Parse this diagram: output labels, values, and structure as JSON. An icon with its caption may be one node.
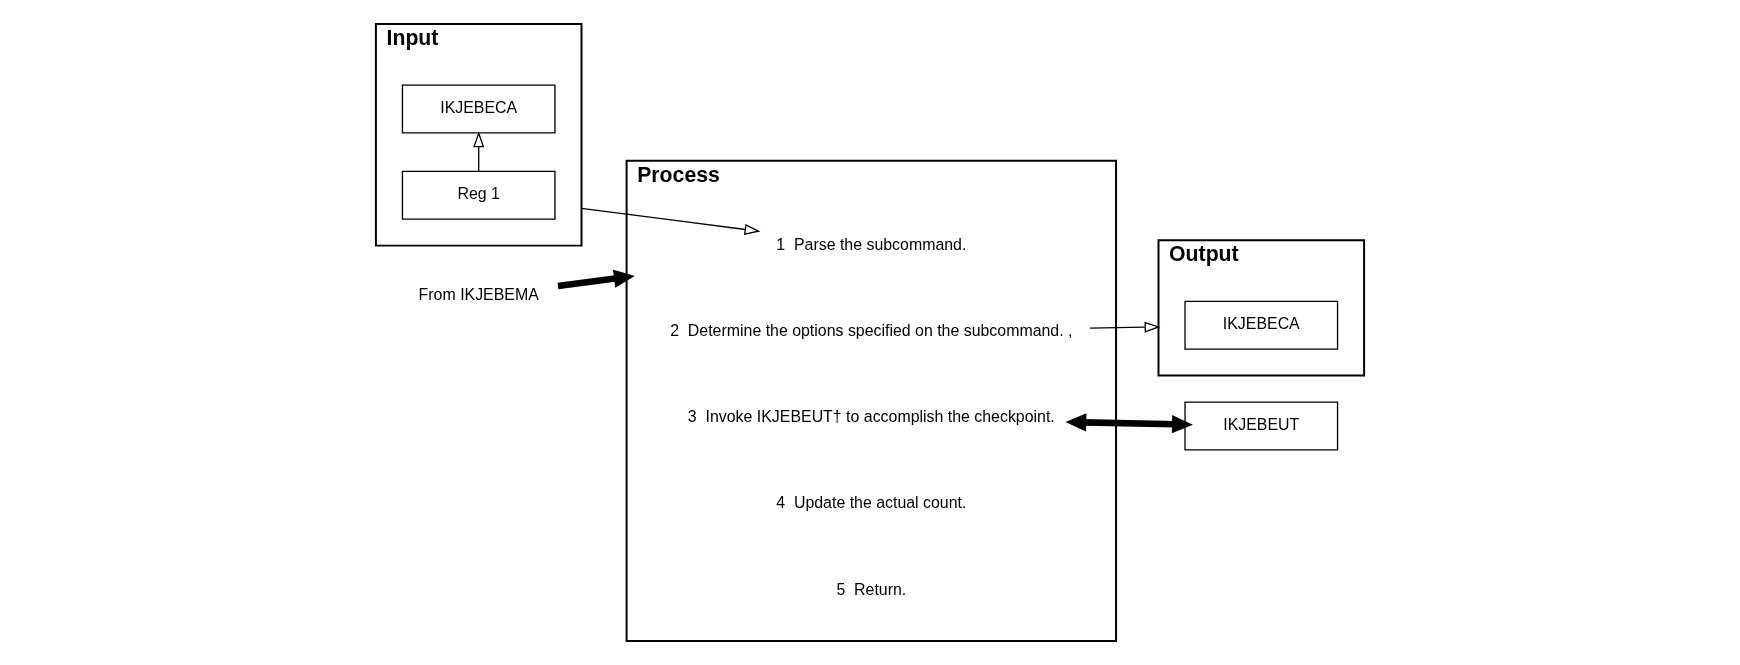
{
  "diagram": {
    "nodes": [
      {
        "text": [
          "Input"
        ]
      },
      {
        "text": [
          "Reg 1"
        ],
        "in": 0
      },
      {
        "text": [
          "IKJEBECA"
        ],
        "in": 0
      },
      {
        "text": [
          "Process"
        ]
      },
      {
        "text": [
          "1",
          "Parse the subcommand."
        ],
        "in": 3
      },
      {
        "text": [
          "2",
          "Determine the options specified on the subcommand. ,"
        ],
        "in": 3
      },
      {
        "text": [
          "3",
          "Invoke IKJEBEUT† to accomplish the checkpoint."
        ],
        "in": 3
      },
      {
        "text": [
          "4",
          "Update the actual count."
        ],
        "in": 3
      },
      {
        "text": [
          "5",
          "Return."
        ],
        "in": 3
      },
      {
        "text": [
          "IKJEBEUT"
        ]
      },
      {
        "text": [
          "Output"
        ]
      },
      {
        "text": [
          "IKJEBECA"
        ],
        "in": 10
      },
      {
        "text": [
          "From IKJEBEMA"
        ]
      }
    ],
    "edges": [
      {
        "from": 1,
        "to": 2,
        "arrow": "to"
      },
      {
        "from": 0,
        "to": 4,
        "arrow": "to"
      },
      {
        "from": 5,
        "to": 10,
        "arrow": "to"
      },
      {
        "from": 6,
        "to": 9,
        "arrow": "both",
        "style": "thick"
      },
      {
        "from": 12,
        "to": 3,
        "arrow": "to",
        "style": "thick"
      }
    ]
  }
}
